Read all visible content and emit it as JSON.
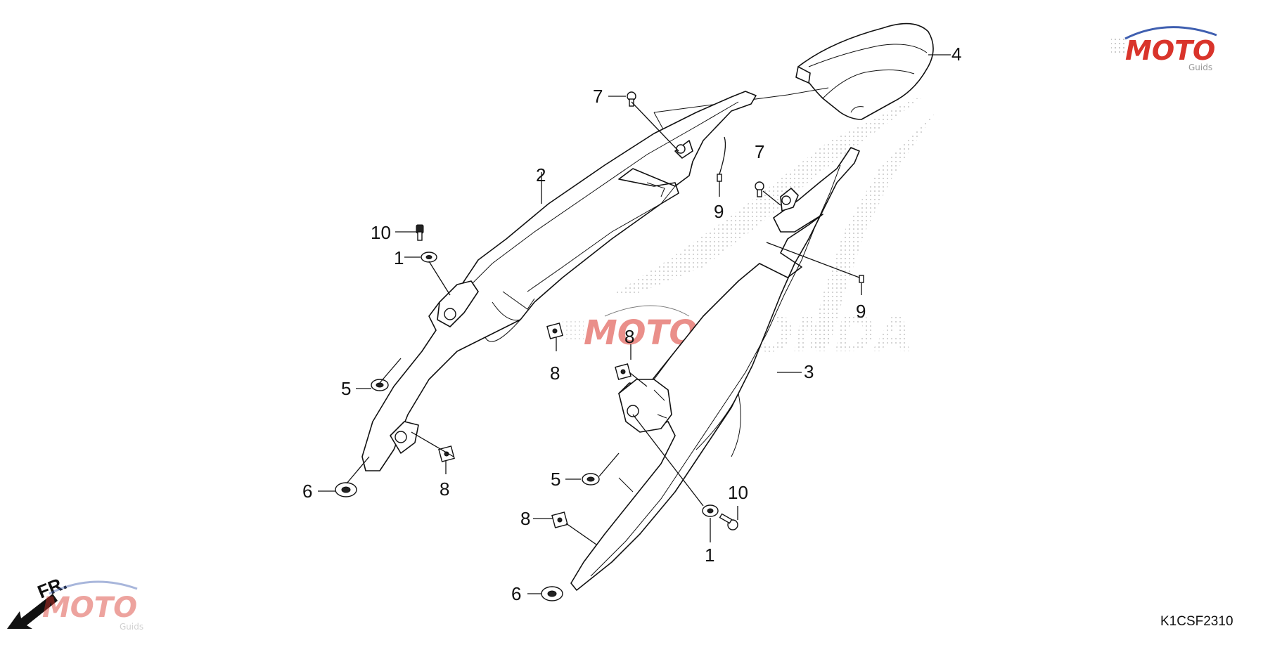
{
  "diagram": {
    "code": "K1CSF2310",
    "front_marker": "FR.",
    "callouts": {
      "c1a": "1",
      "c1b": "1",
      "c2": "2",
      "c3": "3",
      "c4": "4",
      "c5a": "5",
      "c5b": "5",
      "c6a": "6",
      "c6b": "6",
      "c7a": "7",
      "c7b": "7",
      "c8a": "8",
      "c8b": "8",
      "c8c": "8",
      "c8d": "8",
      "c9a": "9",
      "c9b": "9",
      "c10a": "10",
      "c10b": "10"
    }
  },
  "watermark": {
    "brand": "MOTO",
    "sub": "Guids",
    "honda": "HONDA",
    "colors": {
      "red": "#d9342b",
      "blue": "#3f5fb0",
      "gray": "#9a9a9a"
    }
  },
  "icons": {
    "front_arrow": "front-arrow-icon",
    "logo": "moto-guids-logo",
    "honda_wing": "honda-wing-watermark"
  }
}
